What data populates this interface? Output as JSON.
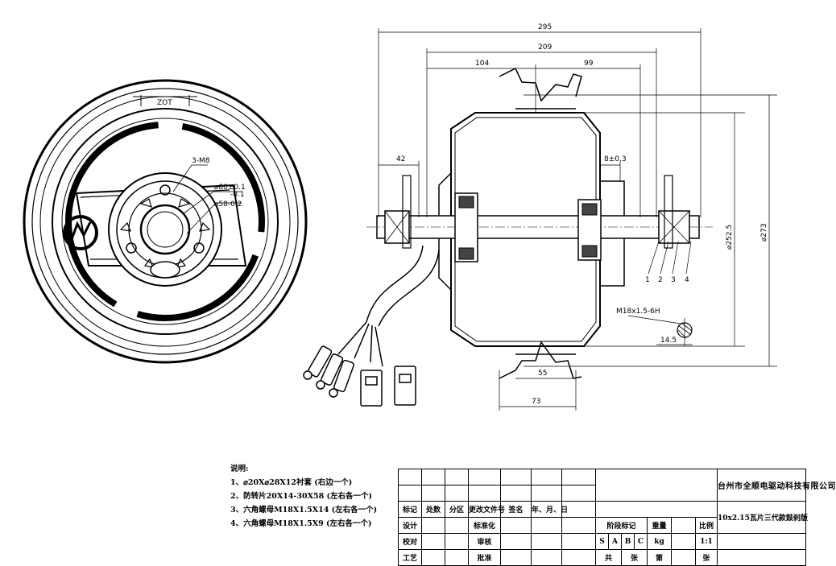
{
  "front_view": {
    "callout_bolt": "3-M8",
    "callout_d1": "⌀80±0.1",
    "callout_d2": "⌀58-0.2",
    "callout_tol": "-0.1",
    "top_mark": "ZOT"
  },
  "side_view": {
    "dim_overall": "295",
    "dim_middle": "209",
    "dim_left": "104",
    "dim_right": "99",
    "dim_axle_end": "42",
    "dim_bearing": "8±0.3",
    "dim_vert_inner": "⌀252.5",
    "dim_vert_outer": "⌀273",
    "dim_rim_inner": "55",
    "dim_rim_outer": "73",
    "thread_label": "M18x1.5-6H",
    "flat_label": "14.5",
    "part_numbers": [
      "1",
      "2",
      "3",
      "4"
    ]
  },
  "notes": {
    "heading": "说明:",
    "items": [
      "1、⌀20X⌀28X12衬套 (右边一个)",
      "2、防转片20X14-30X58 (左右各一个)",
      "3、六角螺母M18X1.5X14 (左右各一个)",
      "4、六角螺母M18X1.5X9 (左右各一个)"
    ]
  },
  "title_block": {
    "company": "台州市全顺电驱动科技有限公司",
    "drawing_title": "10x2.15瓦片三代款鼓刹版",
    "row_labels": [
      "标记",
      "处数",
      "分区",
      "更改文件号",
      "签名",
      "年、月、日"
    ],
    "design": "设计",
    "standardize": "标准化",
    "check": "校对",
    "review": "审核",
    "process": "工艺",
    "approve": "批准",
    "stage_mark": "阶段标记",
    "weight": "重量",
    "scale": "比例",
    "stages": [
      "S",
      "A",
      "B",
      "C"
    ],
    "weight_unit": "kg",
    "scale_value": "1:1",
    "sheets_total": "共",
    "sheets_unit": "张",
    "sheet_no": "第",
    "sheet_unit": "张"
  }
}
